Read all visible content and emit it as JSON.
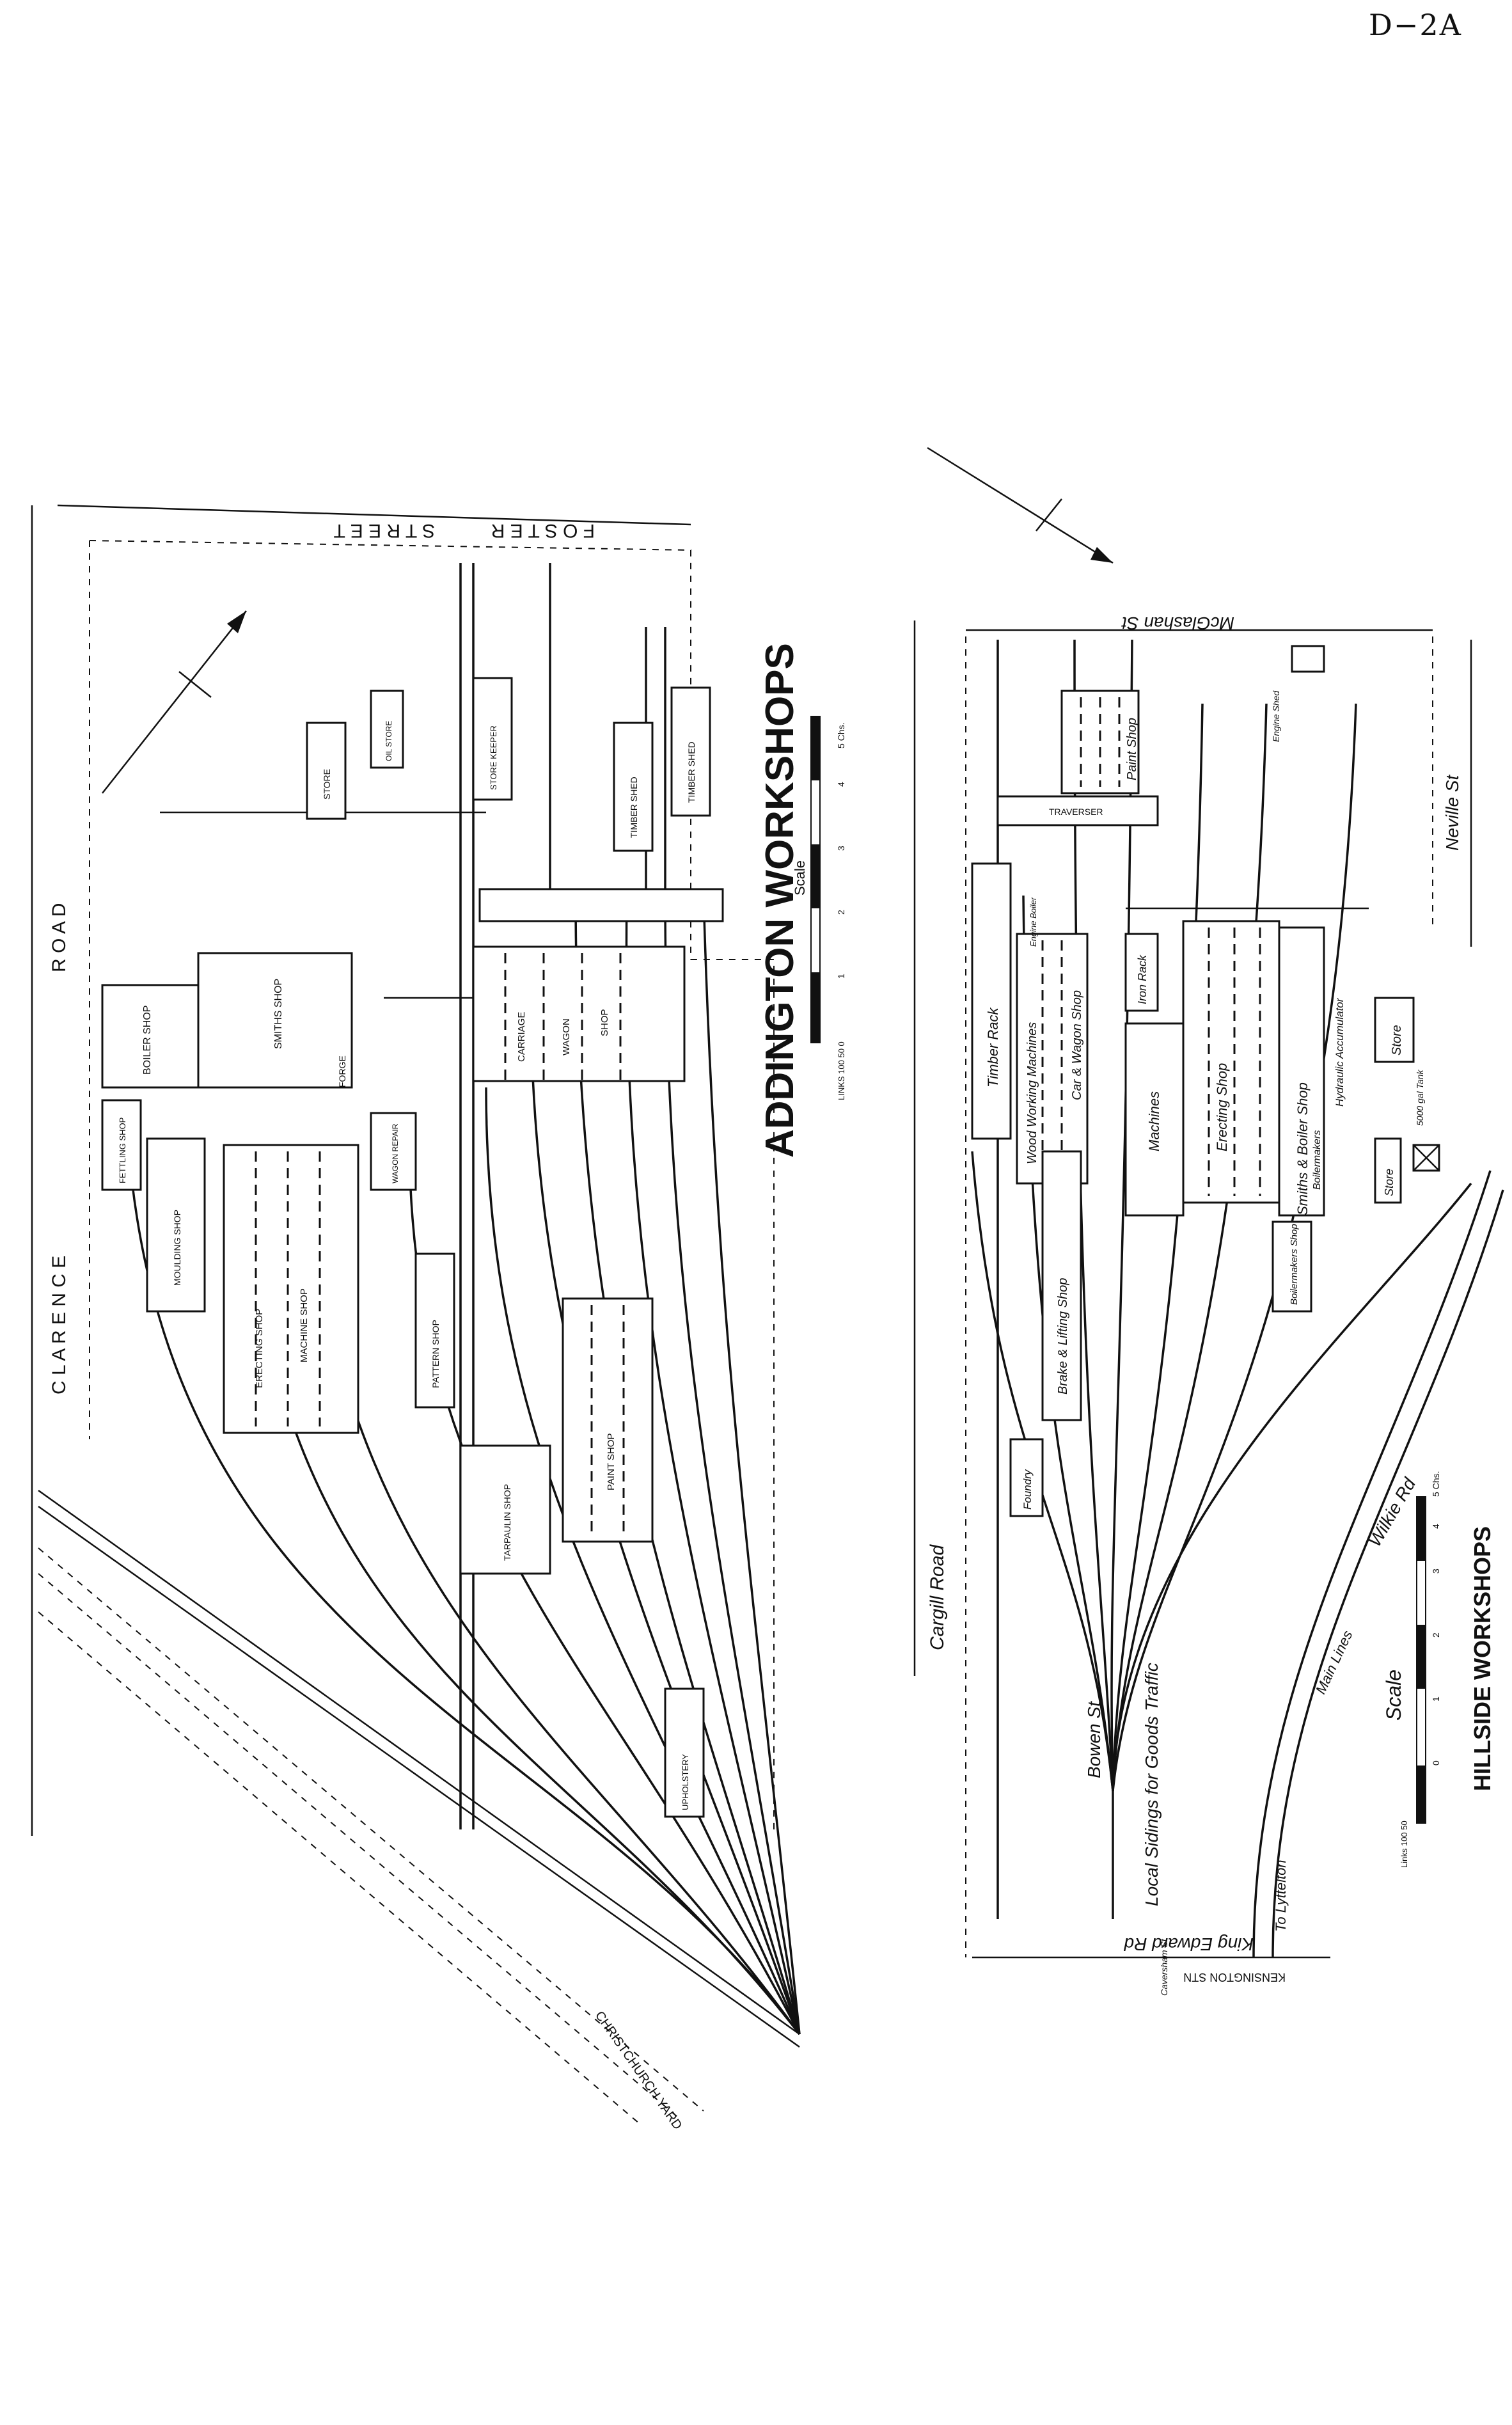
{
  "sheet": {
    "page_number": "D−2A"
  },
  "addington": {
    "title": "ADDINGTON WORKSHOPS",
    "scale_label": "Scale",
    "scale_ticks": [
      "LINKS 100  50  0",
      "1",
      "2",
      "3",
      "4",
      "5 Chs."
    ],
    "streets": {
      "clarence": "C L A R E N C E",
      "road": "R O A D",
      "foster": "F O S T E R",
      "street": "S T R E E T"
    },
    "main_line": "CHRISTCHURCH YARD",
    "buildings": {
      "boiler": "BOILER SHOP",
      "smiths": "SMITHS SHOP",
      "forge": "FORGE",
      "fettling": "FETTLING SHOP",
      "moulding": "MOULDING SHOP",
      "machine": "MACHINE SHOP",
      "erecting": "ERECTING SHOP",
      "pattern": "PATTERN SHOP",
      "wagon_repair": "WAGON REPAIR",
      "carriage": "CARRIAGE",
      "wagon": "WAGON",
      "carriage_shop": "SHOP",
      "tarpaulin": "TARPAULIN SHOP",
      "paint": "PAINT SHOP",
      "store": "STORE",
      "timber_shed": "TIMBER SHED",
      "timber_shed_2": "TIMBER SHED",
      "upholstery": "UPHOLSTERY",
      "oil_store": "OIL STORE",
      "store_keeper": "STORE KEEPER"
    }
  },
  "hillside": {
    "title": "HILLSIDE WORKSHOPS",
    "scale_label": "Scale",
    "scale_ticks": [
      "Links 100  50",
      "0",
      "1",
      "2",
      "3",
      "4",
      "5 Chs."
    ],
    "streets": {
      "mcglashan": "McGlashan St",
      "neville": "Neville St",
      "king_edward": "King Edward Rd",
      "kensington": "KENSINGTON STN",
      "caversham": "Caversham St",
      "cargill": "Cargill Road",
      "bowen": "Bowen St",
      "wilkie": "Wilkie Rd",
      "to_lyttelton": "To Lyttelton",
      "main_lines": "Main Lines"
    },
    "buildings": {
      "timber_rack": "Timber Rack",
      "wood_working": "Wood Working Machines",
      "car_wagon": "Car & Wagon Shop",
      "brake_lifting": "Brake & Lifting Shop",
      "machines": "Machines",
      "erecting_shop": "Erecting Shop",
      "smiths_boiler": "Smiths & Boiler Shop",
      "boilermakers": "Boilermakers",
      "boilermakers_shop": "Boilermakers Shop",
      "hydraulic": "Hydraulic Accumulator",
      "store": "Store",
      "gallon_tank": "5000 gal Tank",
      "paint_shop": "Paint Shop",
      "iron_rack": "Iron Rack",
      "engine_shed": "Engine Shed",
      "foundry": "Foundry",
      "traverser": "TRAVERSER",
      "local_sidings": "Local Sidings for Goods Traffic",
      "store_2": "Store",
      "engine_boiler": "Engine Boiler"
    }
  }
}
